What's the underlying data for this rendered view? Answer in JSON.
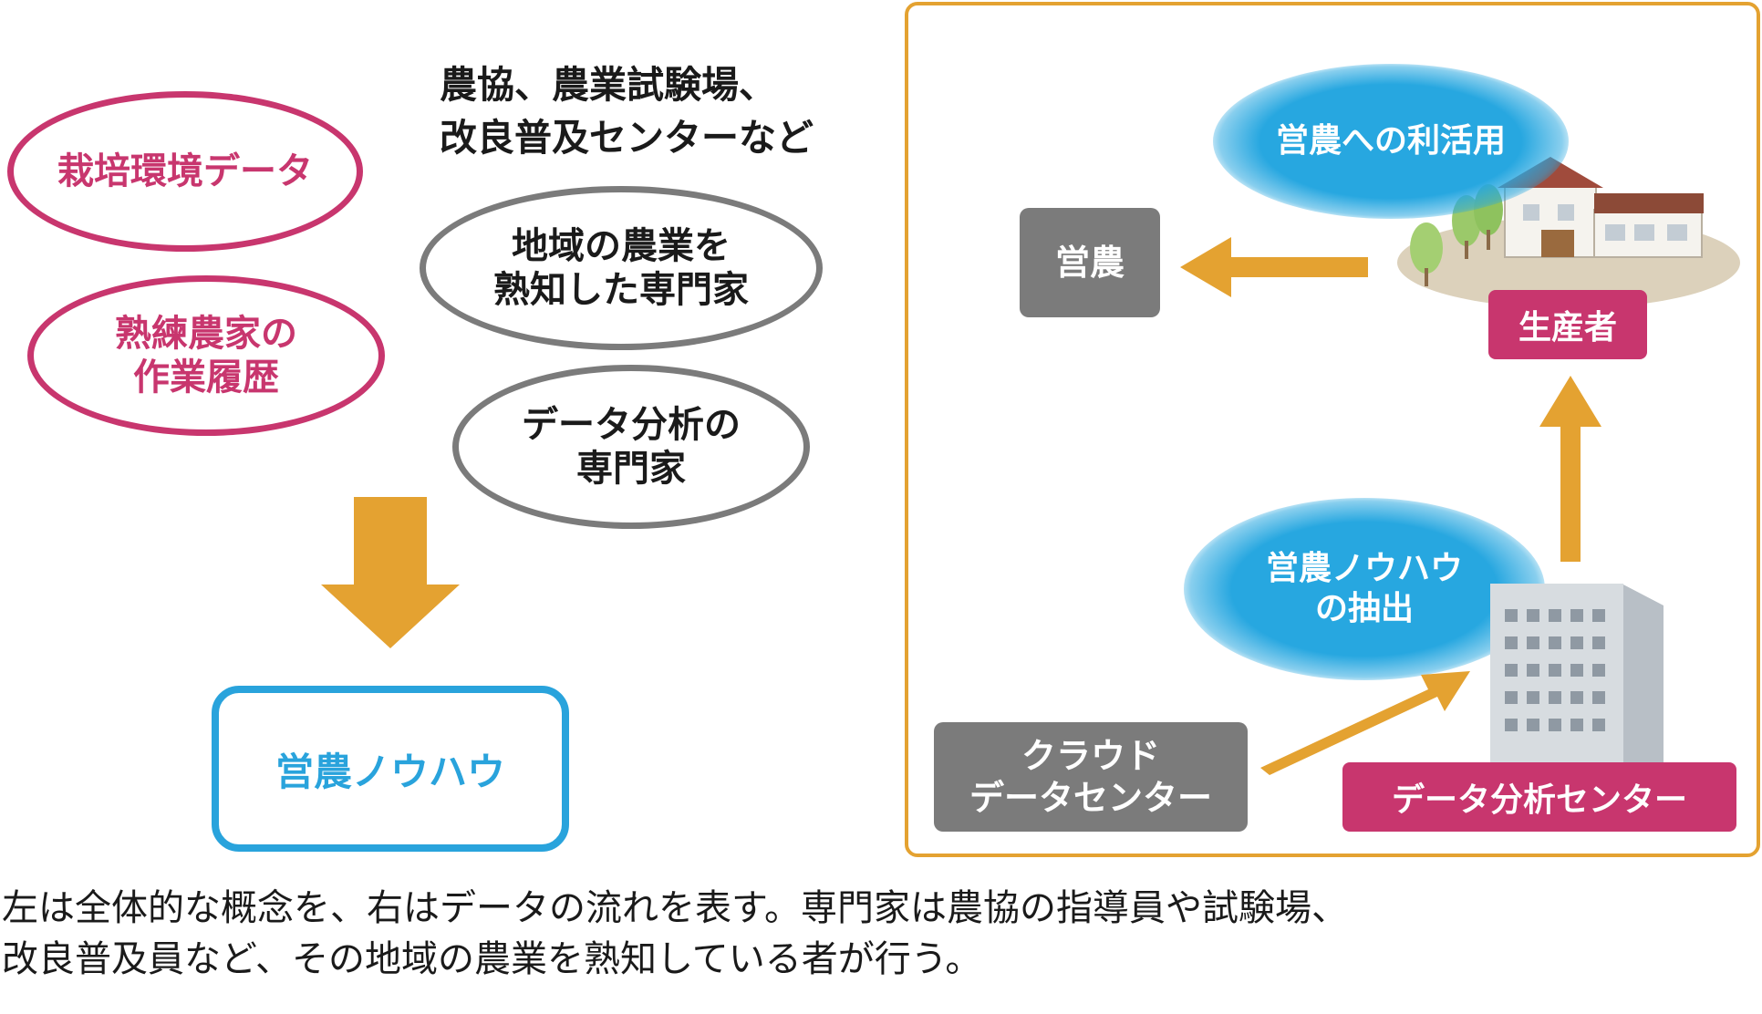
{
  "left": {
    "heading_line1": "農協、農業試験場、",
    "heading_line2": "改良普及センターなど",
    "pink_ellipses": [
      {
        "line1": "栽培環境データ",
        "line2": ""
      },
      {
        "line1": "熟練農家の",
        "line2": "作業履歴"
      }
    ],
    "gray_ellipses": [
      {
        "line1": "地域の農業を",
        "line2": "熟知した専門家"
      },
      {
        "line1": "データ分析の",
        "line2": "専門家"
      }
    ],
    "result_box": "営農ノウハウ"
  },
  "right": {
    "eino_box": "営農",
    "cloud_top": "営農への利活用",
    "producer_label": "生産者",
    "cloud_bottom_line1": "営農ノウハウ",
    "cloud_bottom_line2": "の抽出",
    "cloud_dc_line1": "クラウド",
    "cloud_dc_line2": "データセンター",
    "analysis_center": "データ分析センター"
  },
  "caption": {
    "line1": "左は全体的な概念を、右はデータの流れを表す。専門家は農協の指導員や試験場、",
    "line2": "改良普及員など、その地域の農業を熟知している者が行う。"
  },
  "colors": {
    "accent_orange": "#e4a231",
    "pink": "#c8366e",
    "blue": "#29a3dc",
    "gray": "#7b7b7b"
  }
}
